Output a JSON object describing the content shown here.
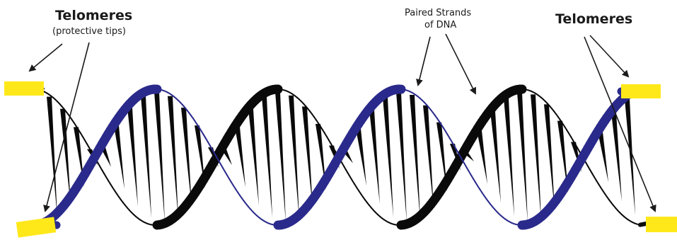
{
  "labels": {
    "left_title": "Telomeres",
    "left_subtitle": "(protective tips)",
    "middle_line1": "Paired Strands",
    "middle_line2": "of DNA",
    "right_title": "Telomeres"
  },
  "colors": {
    "telomere": "#ffe81a",
    "blue_strand": "#2a2a8c",
    "black_strand": "#0a0a0a",
    "rungs": "#0a0a0a",
    "arrows": "#1a1a1a"
  },
  "icons": [
    "arrow-icon",
    "telomere-cap-icon"
  ]
}
